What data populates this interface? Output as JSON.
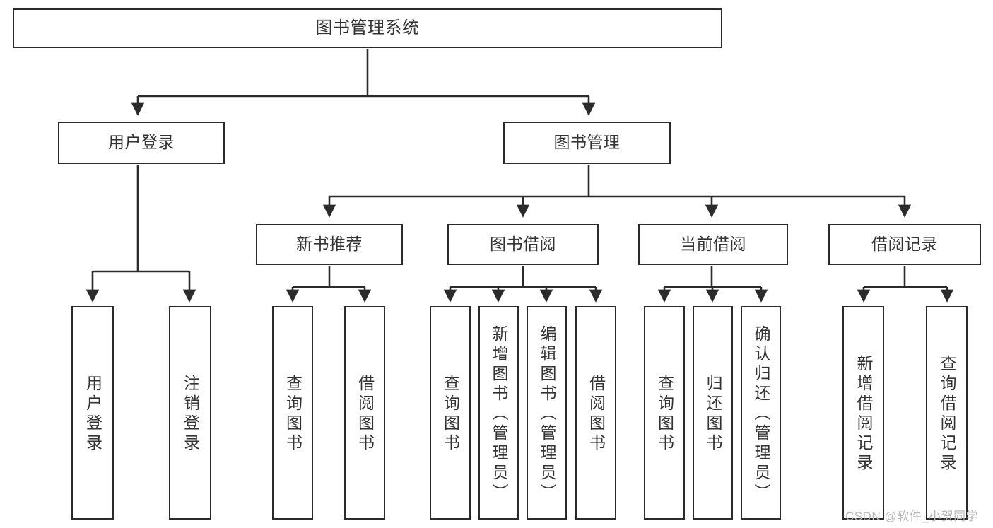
{
  "diagram": {
    "title": "图书管理系统",
    "type": "tree-hierarchy",
    "colors": {
      "box_border": "#2b2b2b",
      "box_fill": "#ffffff",
      "text": "#333333",
      "edge": "#2b2b2b",
      "watermark": "#b9b9b9",
      "background": "#ffffff"
    },
    "nodes": {
      "root": {
        "label": "图书管理系统"
      },
      "level2": [
        {
          "id": "user-login",
          "label": "用户登录"
        },
        {
          "id": "book-manage",
          "label": "图书管理"
        }
      ],
      "level3": [
        {
          "id": "new-book-recommend",
          "label": "新书推荐"
        },
        {
          "id": "book-borrow",
          "label": "图书借阅"
        },
        {
          "id": "current-borrow",
          "label": "当前借阅"
        },
        {
          "id": "borrow-record",
          "label": "借阅记录"
        }
      ],
      "leaves": {
        "user_login": [
          {
            "id": "leaf-user-login",
            "label": "用户登录"
          },
          {
            "id": "leaf-logout-login",
            "label": "注销登录"
          }
        ],
        "new_book_recommend": [
          {
            "id": "leaf-query-book-1",
            "label": "查询图书"
          },
          {
            "id": "leaf-borrow-book-1",
            "label": "借阅图书"
          }
        ],
        "book_borrow": [
          {
            "id": "leaf-query-book-2",
            "label": "查询图书"
          },
          {
            "id": "leaf-add-book",
            "label": "新增图书（管理员）"
          },
          {
            "id": "leaf-edit-book",
            "label": "编辑图书（管理员）"
          },
          {
            "id": "leaf-borrow-book-2",
            "label": "借阅图书"
          }
        ],
        "current_borrow": [
          {
            "id": "leaf-query-book-3",
            "label": "查询图书"
          },
          {
            "id": "leaf-return-book",
            "label": "归还图书"
          },
          {
            "id": "leaf-confirm-return",
            "label": "确认归还（管理员）"
          }
        ],
        "borrow_record": [
          {
            "id": "leaf-add-record",
            "label": "新增借阅记录"
          },
          {
            "id": "leaf-query-record",
            "label": "查询借阅记录"
          }
        ]
      }
    },
    "watermark": "CSDN @软件_小贺同学"
  }
}
